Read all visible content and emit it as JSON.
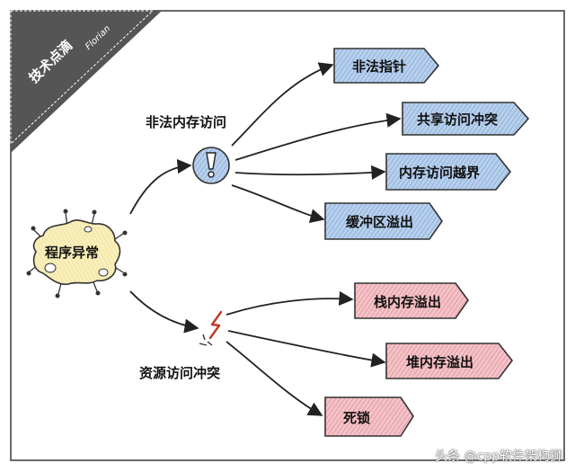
{
  "corner_banner": {
    "title": "技术点滴",
    "author": "Florian",
    "color": "#555555"
  },
  "root": {
    "label": "程序异常",
    "color": "#f7ecb0"
  },
  "branches": [
    {
      "label": "非法内存访问",
      "icon": "exclamation-icon",
      "color": "#2f6fb8",
      "leaves": [
        "非法指针",
        "共享访问冲突",
        "内存访问越界",
        "缓冲区溢出"
      ]
    },
    {
      "label": "资源访问冲突",
      "icon": "lightning-icon",
      "color": "#c0392b",
      "leaves": [
        "栈内存溢出",
        "堆内存溢出",
        "死锁"
      ]
    }
  ],
  "watermark": "头条 @cpp软件架构狮"
}
